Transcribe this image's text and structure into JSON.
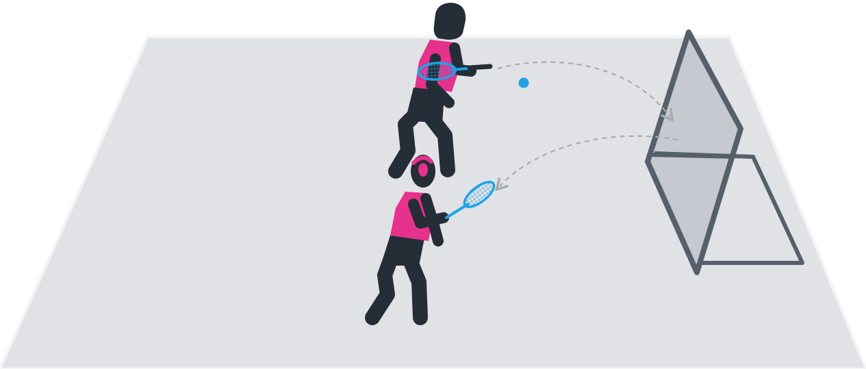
{
  "scene": {
    "description_icons": [
      "tennis-player-icon",
      "tennis-racket-icon",
      "tennis-ball-icon",
      "rebound-net-icon"
    ],
    "colors": {
      "background": "#ffffff",
      "court_fill": "#e1e2e6",
      "court_border": "#f4f4f6",
      "player_body": "#252d37",
      "shirt": "#e6318d",
      "racket": "#1fa3e6",
      "ball": "#1fa3e6",
      "net_frame": "#55606b",
      "net_fill": "#c3c6cd",
      "trajectory": "#aaaaaa"
    },
    "elements": {
      "players": [
        "player-front",
        "player-back"
      ],
      "trajectory_arrows": 2
    }
  }
}
